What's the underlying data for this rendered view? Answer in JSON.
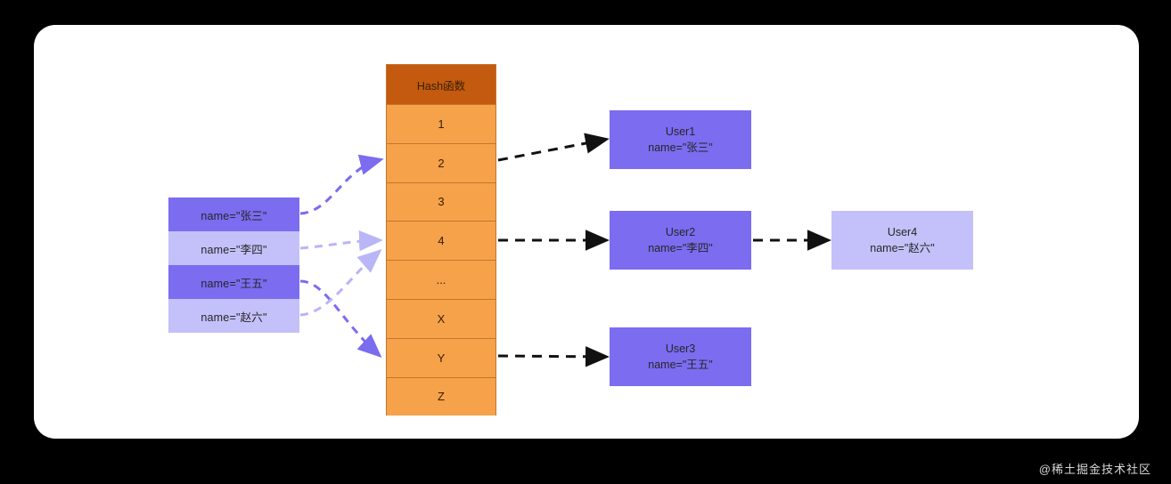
{
  "background_color": "#000000",
  "card_color": "#ffffff",
  "palette": {
    "orange_cell": "#F5A24B",
    "orange_header": "#C35A10",
    "orange_border": "#C8742A",
    "purple_dark": "#7B6CF0",
    "purple_light": "#C3C0FA",
    "arrow_black": "#111111"
  },
  "hash_table": {
    "header": "Hash函数",
    "cells": [
      "1",
      "2",
      "3",
      "4",
      "...",
      "X",
      "Y",
      "Z"
    ]
  },
  "inputs": [
    {
      "label": "name=\"张三\"",
      "tone": "dark"
    },
    {
      "label": "name=\"李四\"",
      "tone": "light"
    },
    {
      "label": "name=\"王五\"",
      "tone": "dark"
    },
    {
      "label": "name=\"赵六\"",
      "tone": "light"
    }
  ],
  "users": [
    {
      "title": "User1",
      "detail": "name=\"张三\"",
      "tone": "dark"
    },
    {
      "title": "User2",
      "detail": "name=\"李四\"",
      "tone": "dark"
    },
    {
      "title": "User3",
      "detail": "name=\"王五\"",
      "tone": "dark"
    },
    {
      "title": "User4",
      "detail": "name=\"赵六\"",
      "tone": "light"
    }
  ],
  "mappings": [
    {
      "from": "name=\"张三\"",
      "to_cell": "2",
      "style": "dark-dashed"
    },
    {
      "from": "name=\"李四\"",
      "to_cell": "4",
      "style": "light-dashed"
    },
    {
      "from": "name=\"王五\"",
      "to_cell": "Y",
      "style": "dark-dashed"
    },
    {
      "from": "name=\"赵六\"",
      "to_cell": "4",
      "style": "light-dashed"
    }
  ],
  "links": [
    {
      "from_cell": "2",
      "to_user": "User1"
    },
    {
      "from_cell": "4",
      "to_user": "User2"
    },
    {
      "from_cell": "Y",
      "to_user": "User3"
    },
    {
      "from_user": "User2",
      "to_user": "User4"
    }
  ],
  "watermark": "@稀土掘金技术社区"
}
